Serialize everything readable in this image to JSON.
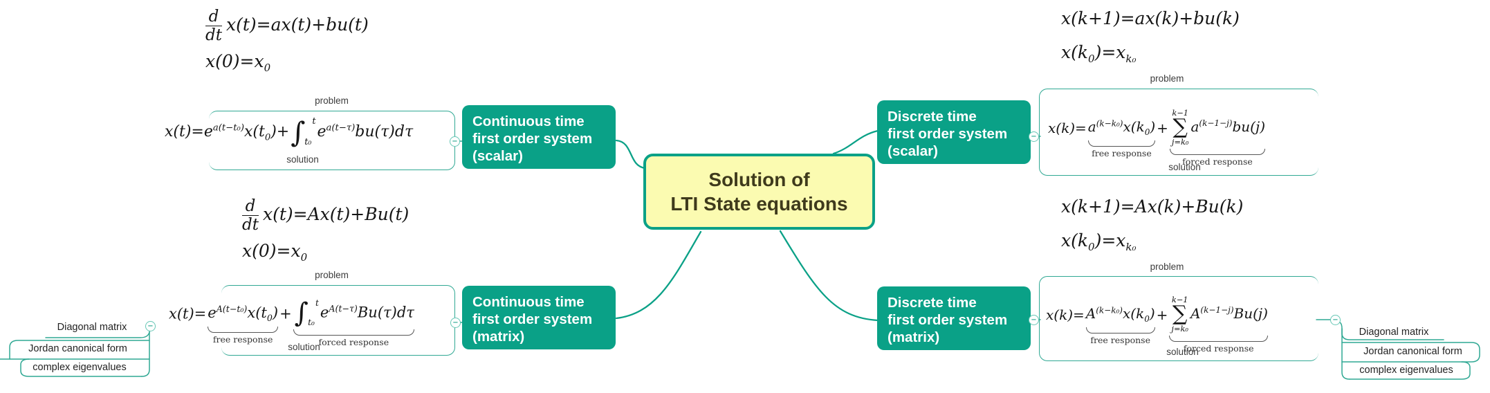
{
  "center": {
    "line1": "Solution of",
    "line2": "LTI State equations"
  },
  "nodes": {
    "cont_scalar": {
      "lines": [
        "Continuous time",
        "first order system",
        "(scalar)"
      ]
    },
    "cont_matrix": {
      "lines": [
        "Continuous time",
        "first order system",
        "(matrix)"
      ]
    },
    "disc_scalar": {
      "lines": [
        "Discrete time",
        "first order system",
        "(scalar)"
      ]
    },
    "disc_matrix": {
      "lines": [
        "Discrete time",
        "first order system",
        "(matrix)"
      ]
    }
  },
  "labels": {
    "problem": "problem",
    "solution": "solution"
  },
  "subtopics": {
    "items": [
      "Diagonal matrix",
      "Jordan canonical form",
      "complex eigenvalues"
    ]
  },
  "icons": {
    "collapse_glyph": "−"
  },
  "colors": {
    "teal": "#0ba187",
    "teal_line": "#2fa893",
    "center_fill": "#fbfbb1",
    "center_text": "#3f3a1c",
    "node_text": "#ffffff",
    "math": "#151515"
  },
  "equations": {
    "cont_scalar_problem_1": [
      [
        "frac",
        "d",
        "dt"
      ],
      [
        "s",
        "x(t)=ax(t)+bu(t)"
      ]
    ],
    "cont_scalar_problem_2": [
      [
        "s",
        "x(0)=x"
      ],
      [
        "_",
        "0"
      ]
    ],
    "cont_scalar_solution": [
      [
        "s",
        "x(t)=e"
      ],
      [
        "^",
        "a(t−t₀)"
      ],
      [
        "s",
        "x(t"
      ],
      [
        "_",
        "0"
      ],
      [
        "s",
        ")+"
      ],
      [
        "int",
        "t",
        "t₀"
      ],
      [
        "s",
        "e"
      ],
      [
        "^",
        "a(t−τ)"
      ],
      [
        "s",
        "bu(τ)dτ"
      ]
    ],
    "cont_matrix_problem_1": [
      [
        "frac",
        "d",
        "dt"
      ],
      [
        "s",
        "x(t)=Ax(t)+Bu(t)"
      ]
    ],
    "cont_matrix_problem_2": [
      [
        "s",
        "x(0)=x"
      ],
      [
        "_",
        "0"
      ]
    ],
    "cont_matrix_solution": [
      [
        "s",
        "x(t)="
      ],
      [
        "grp",
        [
          [
            "s",
            "e"
          ],
          [
            "^",
            "A(t−t₀)"
          ],
          [
            "s",
            "x(t"
          ],
          [
            "_",
            "0"
          ],
          [
            "s",
            ")"
          ]
        ],
        "free response"
      ],
      [
        "s",
        "+"
      ],
      [
        "grp",
        [
          [
            "int",
            "t",
            "t₀"
          ],
          [
            "s",
            "e"
          ],
          [
            "^",
            "A(t−τ)"
          ],
          [
            "s",
            "Bu(τ)dτ"
          ]
        ],
        "forced response"
      ]
    ],
    "disc_scalar_problem_1": [
      [
        "s",
        "x(k+1)=ax(k)+bu(k)"
      ]
    ],
    "disc_scalar_problem_2": [
      [
        "s",
        "x(k"
      ],
      [
        "_",
        "0"
      ],
      [
        "s",
        ")=x"
      ],
      [
        "_",
        "k₀"
      ]
    ],
    "disc_scalar_solution": [
      [
        "s",
        "x(k)="
      ],
      [
        "grp",
        [
          [
            "s",
            "a"
          ],
          [
            "^",
            "(k−k₀)"
          ],
          [
            "s",
            "x(k"
          ],
          [
            "_",
            "0"
          ],
          [
            "s",
            ")"
          ]
        ],
        "free response"
      ],
      [
        "s",
        "+"
      ],
      [
        "grp",
        [
          [
            "sum",
            "k−1",
            "j=k₀"
          ],
          [
            "s",
            "a"
          ],
          [
            "^",
            "(k−1−j)"
          ],
          [
            "s",
            "bu(j)"
          ]
        ],
        "forced response"
      ]
    ],
    "disc_matrix_problem_1": [
      [
        "s",
        "x(k+1)=Ax(k)+Bu(k)"
      ]
    ],
    "disc_matrix_problem_2": [
      [
        "s",
        "x(k"
      ],
      [
        "_",
        "0"
      ],
      [
        "s",
        ")=x"
      ],
      [
        "_",
        "k₀"
      ]
    ],
    "disc_matrix_solution": [
      [
        "s",
        "x(k)="
      ],
      [
        "grp",
        [
          [
            "s",
            "A"
          ],
          [
            "^",
            "(k−k₀)"
          ],
          [
            "s",
            "x(k"
          ],
          [
            "_",
            "0"
          ],
          [
            "s",
            ")"
          ]
        ],
        "free response"
      ],
      [
        "s",
        "+"
      ],
      [
        "grp",
        [
          [
            "sum",
            "k−1",
            "j=k₀"
          ],
          [
            "s",
            "A"
          ],
          [
            "^",
            "(k−1−j)"
          ],
          [
            "s",
            "Bu(j)"
          ]
        ],
        "forced response"
      ]
    ]
  }
}
